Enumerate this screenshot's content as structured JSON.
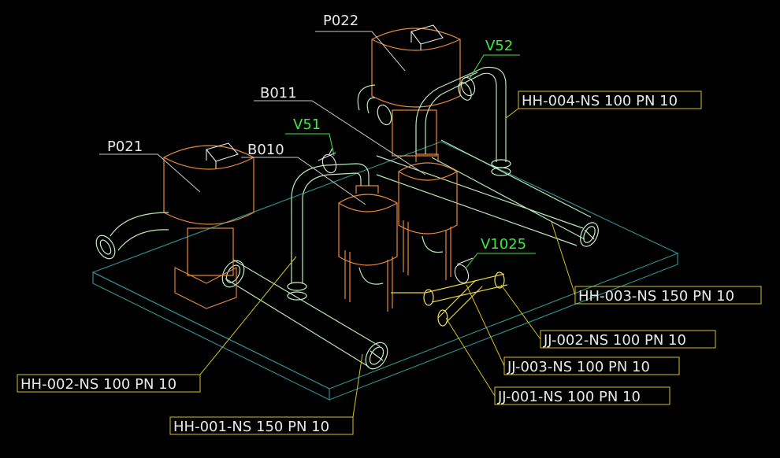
{
  "drawing": {
    "equipment": {
      "p022": "P022",
      "p021": "P021",
      "b011": "B011",
      "b010": "B010"
    },
    "valves": {
      "v52": "V52",
      "v51": "V51",
      "v1025": "V1025"
    },
    "lines": {
      "hh004": "HH-004-NS 100 PN 10",
      "hh003": "HH-003-NS 150 PN 10",
      "jj002": "JJ-002-NS 100 PN 10",
      "jj003": "JJ-003-NS 100 PN 10",
      "jj001": "JJ-001-NS 100 PN 10",
      "hh002": "HH-002-NS 100 PN 10",
      "hh001": "HH-001-NS 150 PN 10"
    },
    "colors": {
      "background": "#000000",
      "equipment_tag": "#e8e8e8",
      "valve_tag": "#3ee83e",
      "line_tag_box": "#d6c21e",
      "vessel": "#e88a3a",
      "pipe": "#2fb8a8",
      "base_slab": "#2e8a8a"
    }
  }
}
